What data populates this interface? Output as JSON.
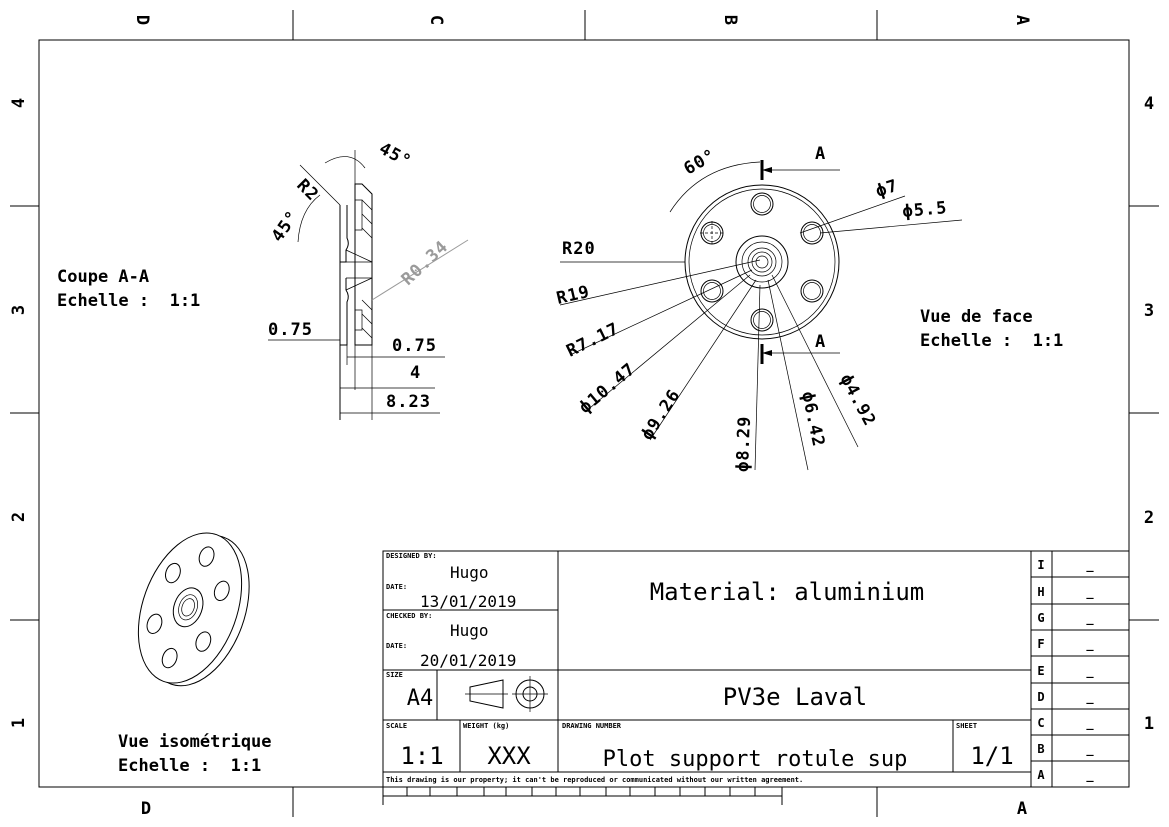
{
  "frame": {
    "columns_top": [
      "D",
      "C",
      "B",
      "A"
    ],
    "columns_bottom": [
      "D",
      "A"
    ],
    "rows_left": [
      "4",
      "3",
      "2",
      "1"
    ],
    "rows_right": [
      "4",
      "3",
      "2",
      "1"
    ]
  },
  "section_view": {
    "title": "Coupe A-A",
    "scale": "Echelle :  1:1",
    "dimensions": {
      "angle_top": "45°",
      "angle_left": "45°",
      "radius_r2": "R2",
      "radius_r034": "R0.34",
      "width_left": "0.75",
      "width_right": "0.75",
      "total_4": "4",
      "total_823": "8.23"
    }
  },
  "front_view": {
    "title": "Vue de face",
    "scale": "Echelle :  1:1",
    "section_marker_top": "A",
    "section_marker_bottom": "A",
    "dimensions": {
      "angle": "60°",
      "dia_7": "ϕ7",
      "dia_55": "ϕ5.5",
      "r20": "R20",
      "r19": "R19",
      "r717": "R7.17",
      "dia_1047": "ϕ10.47",
      "dia_926": "ϕ9.26",
      "dia_829": "ϕ8.29",
      "dia_642": "ϕ6.42",
      "dia_492": "ϕ4.92"
    }
  },
  "iso_view": {
    "title": "Vue isométrique",
    "scale": "Echelle :  1:1"
  },
  "title_block": {
    "designed_by_label": "DESIGNED BY:",
    "designed_by": "Hugo",
    "date1_label": "DATE:",
    "date1": "13/01/2019",
    "checked_by_label": "CHECKED BY:",
    "checked_by": "Hugo",
    "date2_label": "DATE:",
    "date2": "20/01/2019",
    "material": "Material: aluminium",
    "size_label": "SIZE",
    "size": "A4",
    "company": "PV3e Laval",
    "scale_label": "SCALE",
    "scale": "1:1",
    "weight_label": "WEIGHT (kg)",
    "weight": "XXX",
    "drawing_number_label": "DRAWING NUMBER",
    "drawing_number": "Plot support rotule sup",
    "sheet_label": "SHEET",
    "sheet": "1/1",
    "disclaimer": "This drawing is our property; it can't be reproduced or communicated without our written agreement."
  },
  "revisions": [
    {
      "letter": "I",
      "value": "_"
    },
    {
      "letter": "H",
      "value": "_"
    },
    {
      "letter": "G",
      "value": "_"
    },
    {
      "letter": "F",
      "value": "_"
    },
    {
      "letter": "E",
      "value": "_"
    },
    {
      "letter": "D",
      "value": "_"
    },
    {
      "letter": "C",
      "value": "_"
    },
    {
      "letter": "B",
      "value": "_"
    },
    {
      "letter": "A",
      "value": "_"
    }
  ]
}
